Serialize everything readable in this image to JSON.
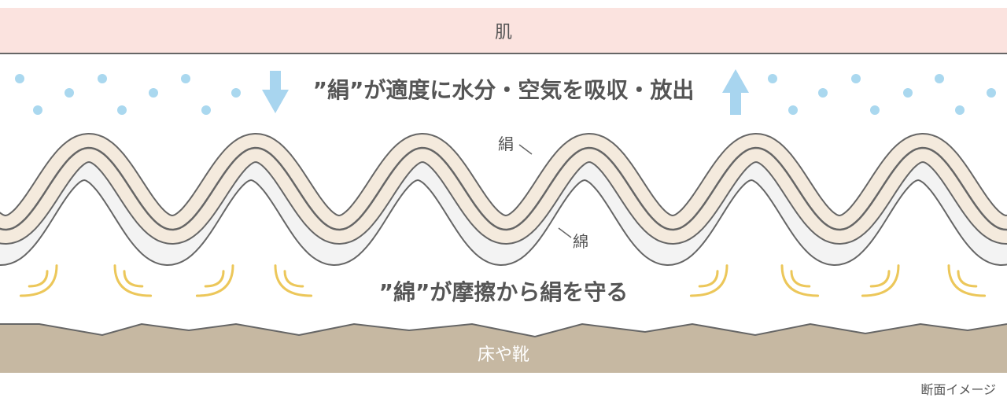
{
  "skin_label": "肌",
  "top_message": "”絹”が適度に水分・空気を吸収・放出",
  "silk_label": "絹",
  "cotton_label": "綿",
  "bottom_message": "”綿”が摩擦から絹を守る",
  "floor_label": "床や靴",
  "caption": "断面イメージ",
  "colors": {
    "skin": "#fbe3df",
    "silk": "#f4eadd",
    "cotton": "#f3f3f3",
    "outline": "#666666",
    "moisture": "#aad8ef",
    "friction": "#ecc75a",
    "floor": "#c6b8a2"
  }
}
